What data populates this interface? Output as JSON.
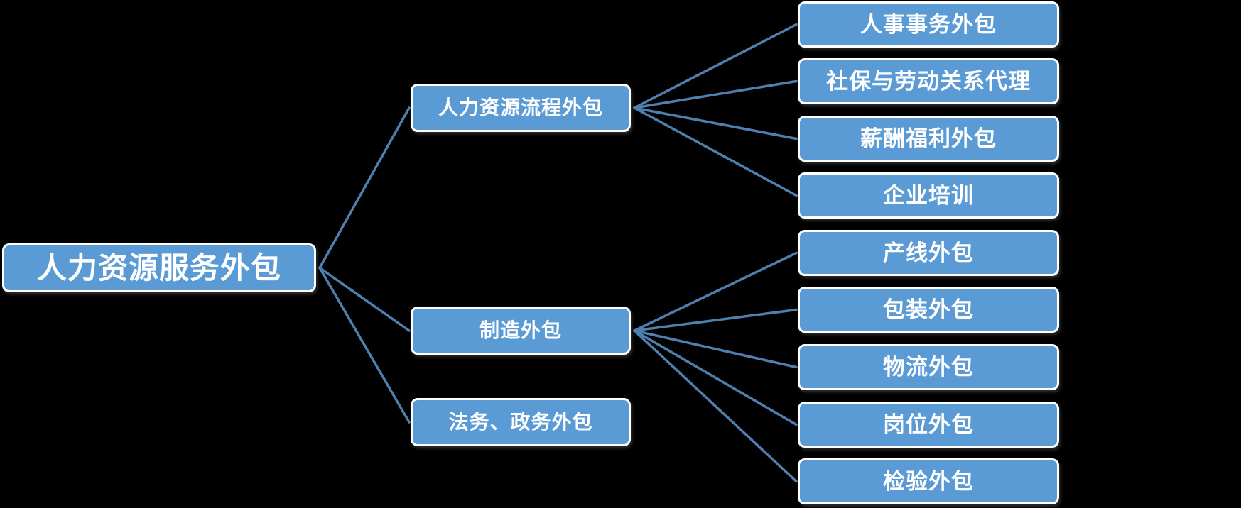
{
  "diagram": {
    "background_color": "#000000",
    "node_fill_color": "#5b9bd5",
    "node_border_color": "#ffffff",
    "node_text_color": "#ffffff",
    "connector_color": "#4e7fae",
    "root": {
      "label": "人力资源服务外包"
    },
    "branches": [
      {
        "label": "人力资源流程外包",
        "children": [
          "人事事务外包",
          "社保与劳动关系代理",
          "薪酬福利外包",
          "企业培训"
        ]
      },
      {
        "label": "制造外包",
        "children": [
          "产线外包",
          "包装外包",
          "物流外包",
          "岗位外包",
          "检验外包"
        ]
      },
      {
        "label": "法务、政务外包",
        "children": []
      }
    ]
  }
}
